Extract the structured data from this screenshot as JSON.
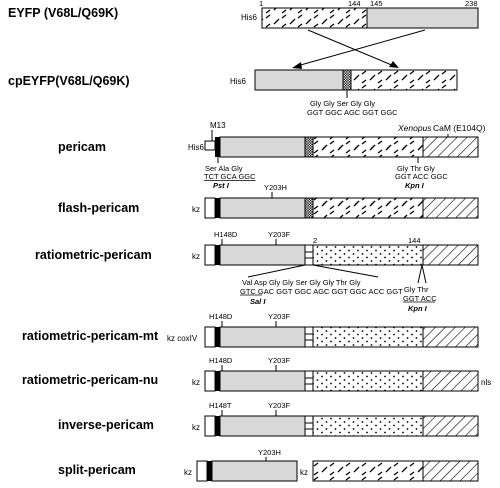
{
  "constructs": {
    "eyfp": "EYFP (V68L/Q69K)",
    "cpeyfp": "cpEYFP(V68L/Q69K)",
    "pericam": "pericam",
    "flash": "flash-pericam",
    "ratiometric": "ratiometric-pericam",
    "mt": "ratiometric-pericam-mt",
    "nu": "ratiometric-pericam-nu",
    "inverse": "inverse-pericam",
    "split": "split-pericam"
  },
  "tags": {
    "his6": "His6",
    "kz": "kz",
    "kz_coxiv": "kz coxIV",
    "m13": "M13",
    "nls": "nls"
  },
  "positions": {
    "p1": "1",
    "p144": "144",
    "p145": "145",
    "p238": "238",
    "p2": "2"
  },
  "mutations": {
    "y203h": "Y203H",
    "y203f": "Y203F",
    "h148d": "H148D",
    "h148t": "H148T"
  },
  "linkers": {
    "cp": {
      "aa": "Gly  Gly  Ser  Gly  Gly",
      "nt": "GGT  GGC  AGC  GGT  GGC"
    },
    "m13_link": {
      "aa": "Ser  Ala  Gly",
      "nt": "TCT GCA  GGC",
      "site": "Pst I"
    },
    "cam_link": {
      "aa": "Gly  Thr  Gly",
      "nt": "GGT ACC  GGC",
      "site": "Kpn I"
    },
    "ratio_link": {
      "aa": "Val  Asp  Gly  Gly  Ser  Gly  Gly  Thr  Gly",
      "nt": "GTC GAC  GGT  GGC AGC  GGT  GGC ACC  GGT",
      "site": "Sal I"
    },
    "ratio_cam_link": {
      "aa": "Gly  Thr",
      "nt": "GGT  ACC",
      "site": "Kpn I"
    }
  },
  "cam": {
    "species": "Xenopus",
    "label": "CaM (E104Q)"
  },
  "colors": {
    "gfp_gray": "#d8d8d8",
    "bar_black": "#000000",
    "background": "#ffffff"
  }
}
